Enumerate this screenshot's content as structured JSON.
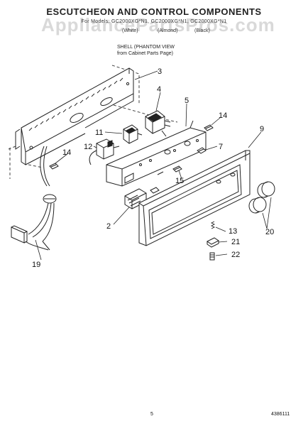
{
  "title": "ESCUTCHEON AND CONTROL COMPONENTS",
  "models": "For Models: GC2000XG*N1, GC2000XG*N1, GC2000XG*N1",
  "color_labels": [
    "(White)",
    "(Almond)",
    "(Black)"
  ],
  "watermark": "AppliancePartsPros.com",
  "shell_note": {
    "line1": "SHELL (PHANTOM VIEW",
    "line2": "from Cabinet Parts Page)"
  },
  "callouts": {
    "p2": "2",
    "p3": "3",
    "p4": "4",
    "p5": "5",
    "p7": "7",
    "p9": "9",
    "p11": "11",
    "p12": "12",
    "p13": "13",
    "p14a": "14",
    "p14b": "14",
    "p15": "15",
    "p19": "19",
    "p20": "20",
    "p21": "21",
    "p22": "22"
  },
  "footer": {
    "page": "5",
    "code": "4386111"
  }
}
